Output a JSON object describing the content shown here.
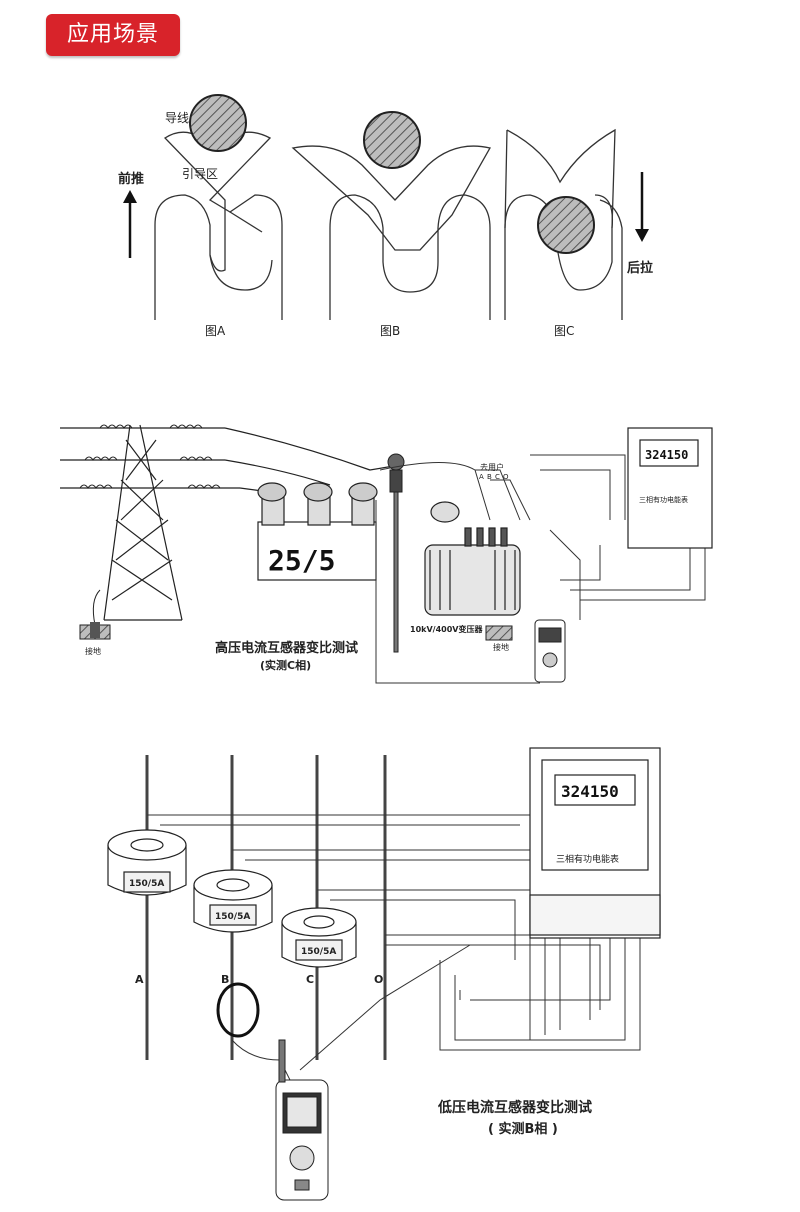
{
  "header": {
    "title": "应用场景"
  },
  "clamp_figures": {
    "wire_label": "导线",
    "guide_zone_label": "引导区",
    "push_label": "前推",
    "pull_label": "后拉",
    "fig_a": "图A",
    "fig_b": "图B",
    "fig_c": "图C"
  },
  "high_voltage": {
    "ct_ratio": "25/5",
    "users_label": "去用户",
    "phases": [
      "A",
      "B",
      "C",
      "O"
    ],
    "transformer_label": "10kV/400V变压器",
    "ground_left": "接地",
    "ground_right": "接地",
    "meter_reading": "324150",
    "meter_label": "三相有功电能表",
    "title": "高压电流互感器变比测试",
    "subtitle": "(实测C相)"
  },
  "low_voltage": {
    "ct_labels": [
      "150/5A",
      "150/5A",
      "150/5A"
    ],
    "phase_labels": [
      "A",
      "B",
      "C",
      "O"
    ],
    "meter_reading": "324150",
    "meter_label": "三相有功电能表",
    "title": "低压电流互感器变比测试",
    "subtitle": "( 实测B相 )"
  },
  "colors": {
    "badge": "#d8232a",
    "stroke": "#333333"
  }
}
